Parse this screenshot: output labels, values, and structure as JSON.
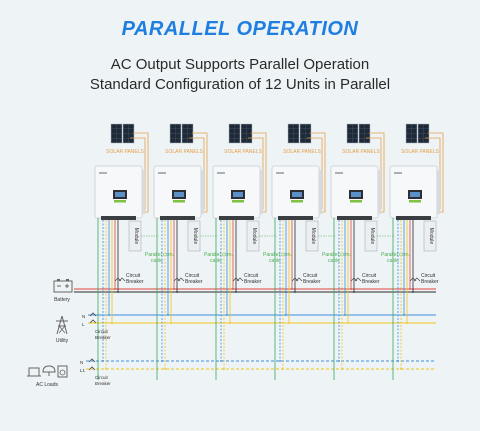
{
  "header": {
    "title": "PARALLEL OPERATION",
    "subtitle_line1": "AC Output Supports Parallel Operation",
    "subtitle_line2": "Standard Configuration of 12 Units in Parallel"
  },
  "units": {
    "count": 6,
    "solar_label": "SOLAR PANELS",
    "module_label": "Module",
    "parallel_label_line1": "Parallel com.",
    "parallel_label_line2": "cable",
    "breaker_label_line1": "Circuit",
    "breaker_label_line2": "Breaker"
  },
  "left": {
    "battery_label": "Battery",
    "utility_label": "Utility",
    "ac_loads_label": "AC Loads",
    "utility_n": "N",
    "utility_l": "L",
    "loads_n": "N",
    "loads_l": "L1",
    "breaker_line1": "Circuit",
    "breaker_line2": "Breaker"
  },
  "colors": {
    "title": "#1e7fe0",
    "solar": "#e3a04a",
    "battery_pos": "#e0443e",
    "battery_neg": "#2b2b2b",
    "neutral": "#3b8ee0",
    "line": "#f0c419",
    "ground": "#3aa860",
    "comm": "#4caf50"
  }
}
